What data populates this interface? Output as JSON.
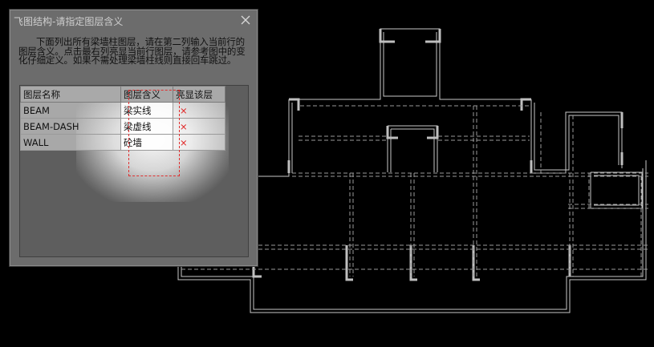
{
  "dialog": {
    "title": "飞图结构-请指定图层含义",
    "description": "下面列出所有梁墙柱图层，请在第二列输入当前行的图层含义。点击最右列亮显当前行图层，请参考图中的变化仔细定义。如果不需处理梁墙柱线则直接回车跳过。",
    "columns": [
      "图层名称",
      "图层含义",
      "亮显该层"
    ],
    "rows": [
      {
        "layer": "BEAM",
        "meaning": "梁实线",
        "highlight": "×"
      },
      {
        "layer": "BEAM-DASH",
        "meaning": "梁虚线",
        "highlight": "×"
      },
      {
        "layer": "WALL",
        "meaning": "砼墙",
        "highlight": "×"
      }
    ]
  },
  "colors": {
    "background": "#000000",
    "dialog_bg": "#6c6c6c",
    "cad_lines": "#bdbdbd",
    "highlight_border": "#e03030",
    "flag": "#e02020"
  },
  "icons": [
    "close-icon"
  ]
}
